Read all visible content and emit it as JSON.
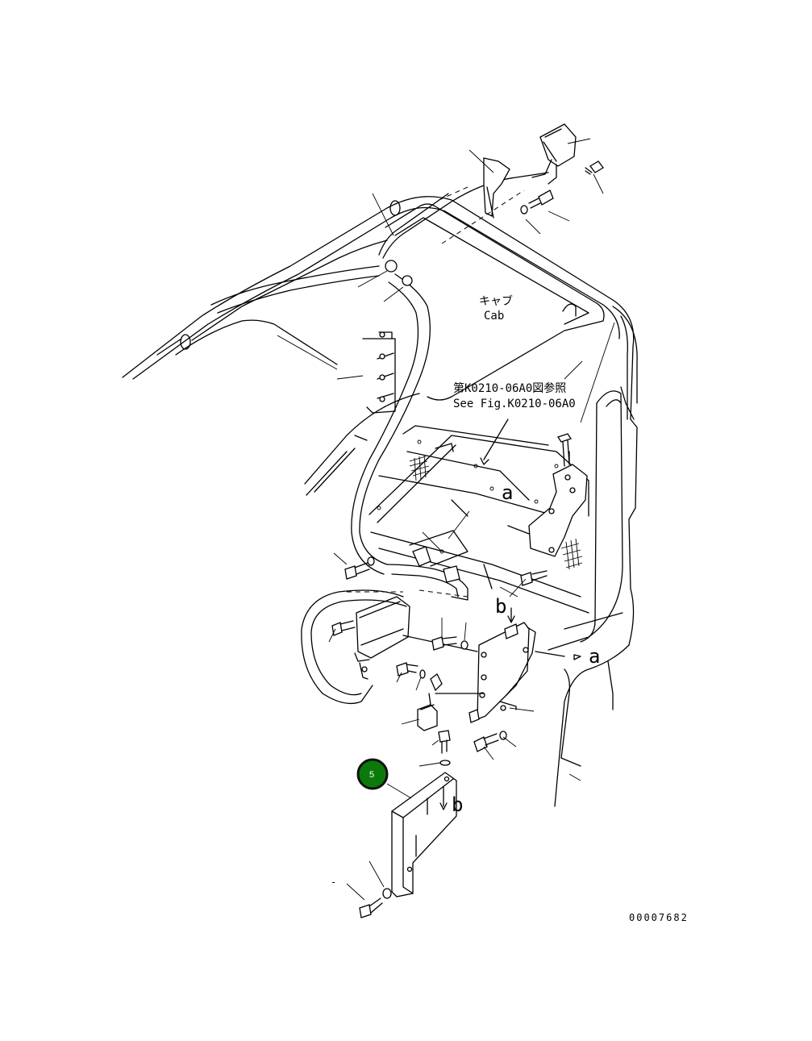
{
  "labels": {
    "cab_jp": "キャブ",
    "cab_en": "Cab",
    "ref_jp": "第K0210-06A0図参照",
    "ref_en": "See Fig.K0210-06A0",
    "view_a1": "a",
    "view_a2": "a",
    "view_b1": "b",
    "view_b2": "b",
    "dash_mark": "-",
    "drawing_no": "00007682"
  },
  "callout": {
    "number": "5",
    "fill_color": "#0b7a0b",
    "ring_color": "#111111"
  }
}
